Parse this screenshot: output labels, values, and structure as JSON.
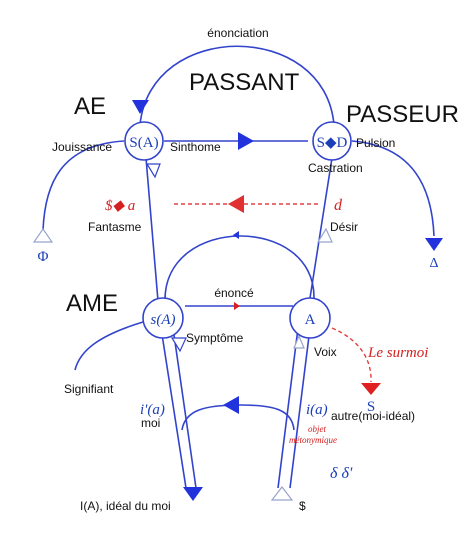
{
  "headings": {
    "ae": "AE",
    "passant": "PASSANT",
    "passeur": "PASSEUR",
    "ame": "AME"
  },
  "nodes": {
    "s_big_a": "S(A)",
    "s_barred_d": "S◆D",
    "s_small_a": "s(A)",
    "a": "A"
  },
  "labels": {
    "enonciation": "énonciation",
    "jouissance": "Jouissance",
    "sinthome": "Sinthome",
    "pulsion": "Pulsion",
    "castration": "Castration",
    "fantasme": "Fantasme",
    "desir": "Désir",
    "enonce": "énoncé",
    "symptome": "Symptôme",
    "voix": "Voix",
    "signifiant": "Signifiant",
    "moi": "moi",
    "autre_moi_ideal": "autre(moi-idéal)",
    "ideal_du_moi": "I(A), idéal du moi",
    "barred_s": "$"
  },
  "symbols": {
    "phi": "Φ",
    "delta": "Δ",
    "fantasme_formula": "$◆ a",
    "d": "d",
    "i_prime_a": "i'(a)",
    "i_a": "i(a)",
    "s_voice": "S",
    "delta_delta_prime": "δ  δ'"
  },
  "annotations": {
    "le_surmoi": "Le surmoi",
    "objet": "objet",
    "metonymique": "métonymique"
  },
  "colors": {
    "line_blue": "#3344cc",
    "arrow_blue": "#2233dd",
    "dashed_red": "#e04040",
    "text_red": "#d42020"
  }
}
